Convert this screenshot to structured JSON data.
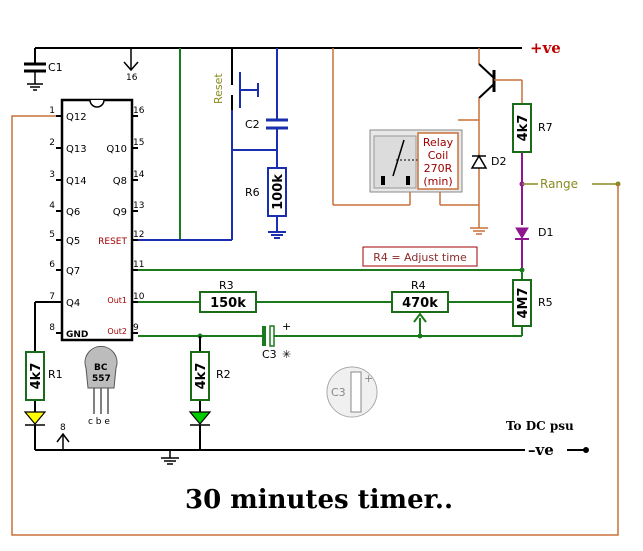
{
  "title": "30 minutes timer..",
  "colors": {
    "black_wire": "#000000",
    "green_wire": "#1b7a1b",
    "blue_wire": "#1a2fb0",
    "purple_wire": "#8f168f",
    "orange_wire": "#c8703a",
    "olive_wire": "#8a8a20",
    "resistor_green": "#1b6b1b",
    "red_text": "#a00000",
    "led_yellow": "#ffff00",
    "led_green": "#00cc00"
  },
  "supply": {
    "positive_label": "+ve",
    "negative_label": "–ve",
    "psu_label": "To DC psu"
  },
  "ic": {
    "left_pins": [
      {
        "num": "1",
        "name": "Q12"
      },
      {
        "num": "2",
        "name": "Q13"
      },
      {
        "num": "3",
        "name": "Q14"
      },
      {
        "num": "4",
        "name": "Q6"
      },
      {
        "num": "5",
        "name": "Q5"
      },
      {
        "num": "6",
        "name": "Q7"
      },
      {
        "num": "7",
        "name": "Q4"
      },
      {
        "num": "8",
        "name": "GND"
      }
    ],
    "right_pins": [
      {
        "num": "16",
        "name": ""
      },
      {
        "num": "15",
        "name": "Q10"
      },
      {
        "num": "14",
        "name": "Q8"
      },
      {
        "num": "13",
        "name": "Q9"
      },
      {
        "num": "12",
        "name": "RESET"
      },
      {
        "num": "11",
        "name": ""
      },
      {
        "num": "10",
        "name": "Out1"
      },
      {
        "num": "9",
        "name": "Out2"
      }
    ],
    "supply_pin_top": "16",
    "supply_pin_bottom": "8"
  },
  "components": {
    "c1": "C1",
    "c2": "C2",
    "c3": "C3",
    "c3_star": "✳",
    "reset": "Reset",
    "r1": {
      "name": "R1",
      "value": "4k7"
    },
    "r2": {
      "name": "R2",
      "value": "4k7"
    },
    "r3": {
      "name": "R3",
      "value": "150k"
    },
    "r4": {
      "name": "R4",
      "value": "470k"
    },
    "r5": {
      "name": "R5",
      "value": "4M7"
    },
    "r6": {
      "name": "R6",
      "value": "100k"
    },
    "r7": {
      "name": "R7",
      "value": "4k7"
    },
    "d1": "D1",
    "d2": "D2",
    "relay_lines": [
      "Relay",
      "Coil",
      "270R",
      "(min)"
    ],
    "range": "Range",
    "adjust_note": "R4 = Adjust time",
    "transistor": {
      "line1": "BC",
      "line2": "557",
      "pins": "c b e"
    },
    "plus": "+"
  }
}
